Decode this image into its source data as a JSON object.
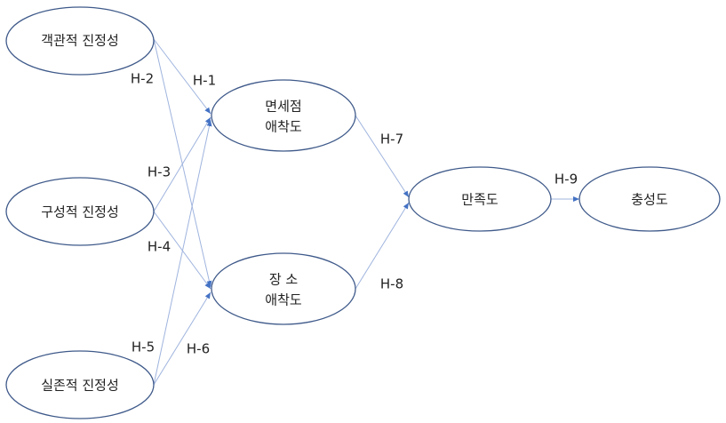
{
  "nodes": {
    "objective": "객관적 진정성",
    "constructive": "구성적 진정성",
    "existential": "실존적 진정성",
    "dutyfree_line1": "면세점",
    "dutyfree_line2": "애착도",
    "place_line1": "장 소",
    "place_line2": "애착도",
    "satisfaction": "만족도",
    "loyalty": "충성도"
  },
  "hypotheses": {
    "h1": "H-1",
    "h2": "H-2",
    "h3": "H-3",
    "h4": "H-4",
    "h5": "H-5",
    "h6": "H-6",
    "h7": "H-7",
    "h8": "H-8",
    "h9": "H-9"
  },
  "colors": {
    "node_stroke": "#3f5a8a",
    "edge": "#9fb4de",
    "arrow": "#4472c4"
  }
}
